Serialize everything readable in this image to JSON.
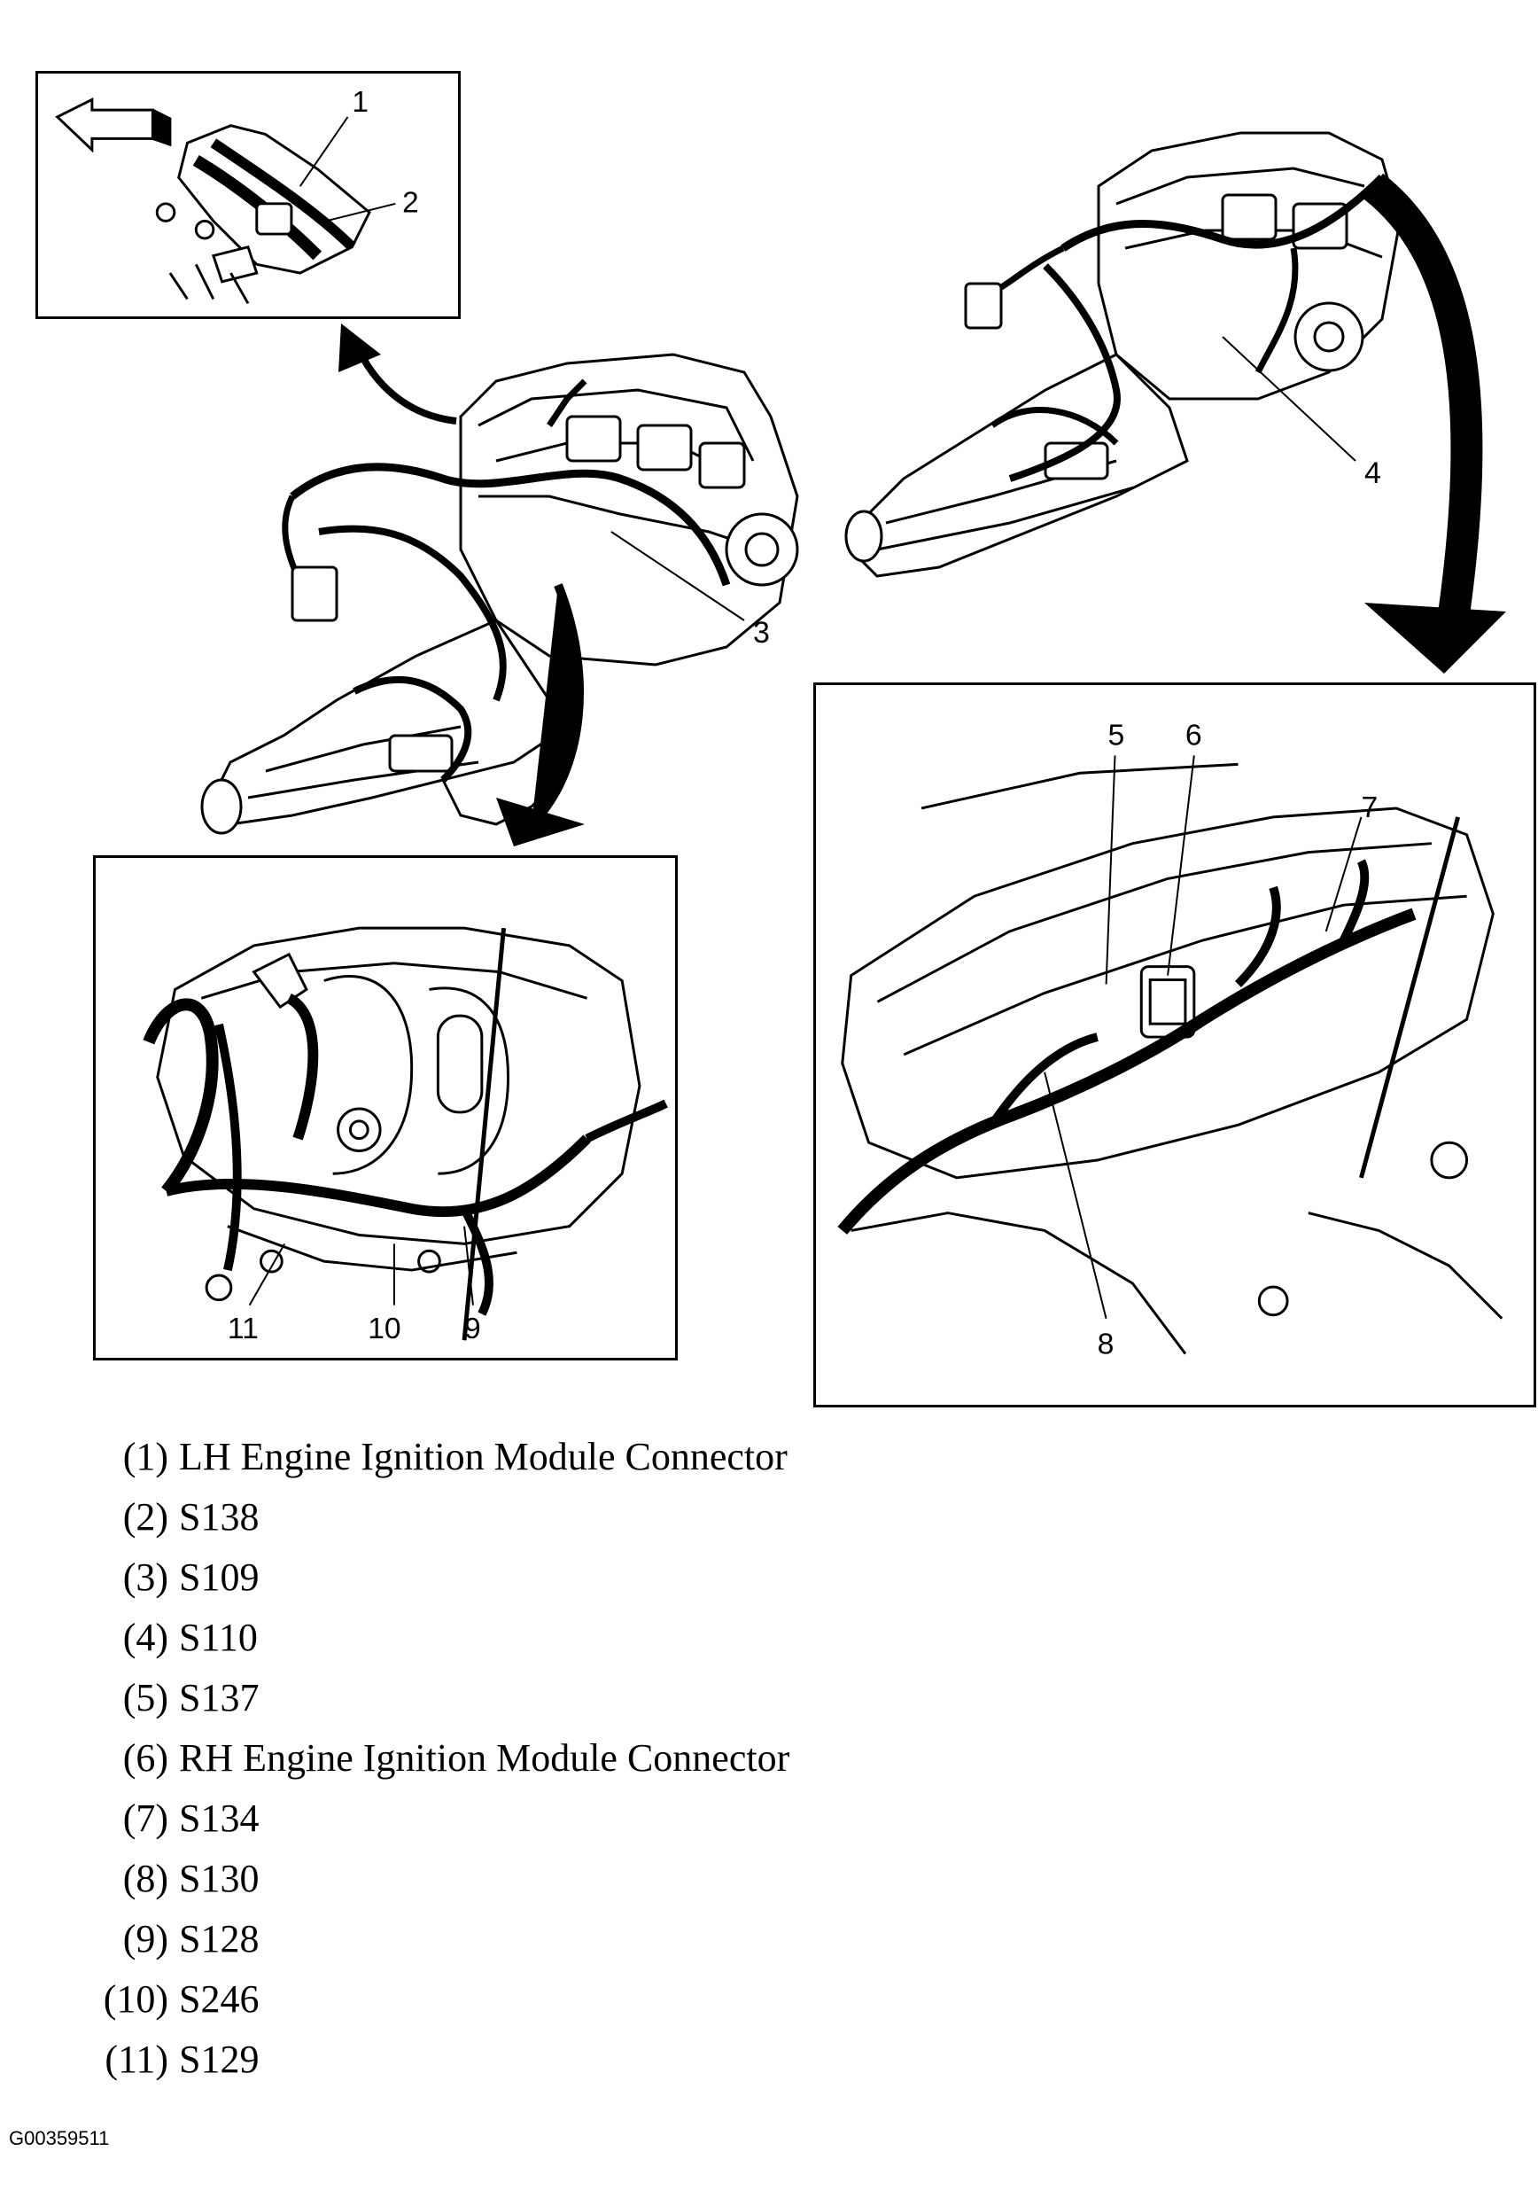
{
  "callouts": {
    "c1": "1",
    "c2": "2",
    "c3": "3",
    "c4": "4",
    "c5": "5",
    "c6": "6",
    "c7": "7",
    "c8": "8",
    "c9": "9",
    "c10": "10",
    "c11": "11"
  },
  "legend": [
    {
      "num": "(1)",
      "text": "LH Engine Ignition Module Connector"
    },
    {
      "num": "(2)",
      "text": "S138"
    },
    {
      "num": "(3)",
      "text": "S109"
    },
    {
      "num": "(4)",
      "text": "S110"
    },
    {
      "num": "(5)",
      "text": "S137"
    },
    {
      "num": "(6)",
      "text": "RH Engine Ignition Module Connector"
    },
    {
      "num": "(7)",
      "text": "S134"
    },
    {
      "num": "(8)",
      "text": "S130"
    },
    {
      "num": "(9)",
      "text": "S128"
    },
    {
      "num": "(10)",
      "text": "S246"
    },
    {
      "num": "(11)",
      "text": "S129"
    }
  ],
  "figure_id": "G00359511"
}
